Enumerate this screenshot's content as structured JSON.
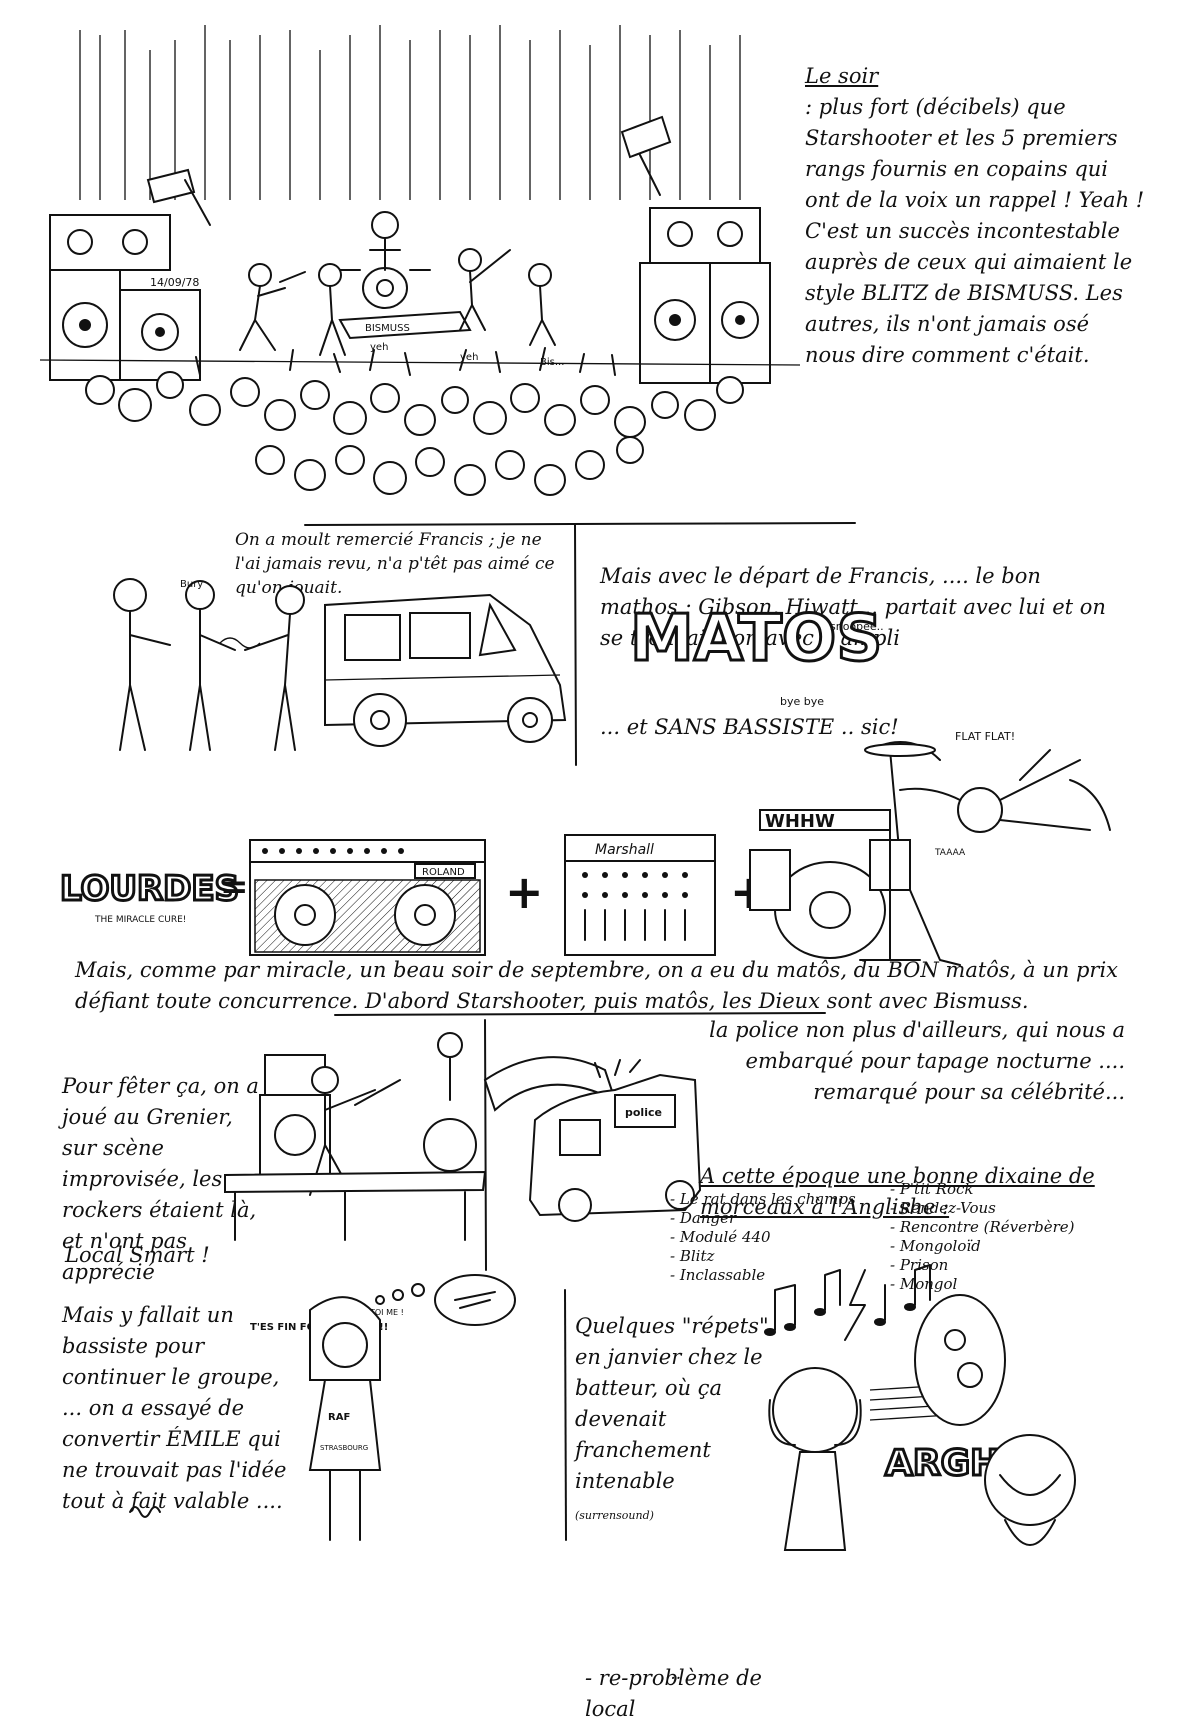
{
  "section_soir": {
    "heading": "Le soir",
    "text": ": plus fort (décibels) que Starshooter et les 5 premiers rangs fournis en copains qui ont de la voix un rappel ! Yeah ! C'est un succès incontestable auprès de ceux qui aimaient le style BLITZ de BISMUSS. Les autres, ils n'ont jamais osé nous dire comment c'était.",
    "banner": "BISMUSS",
    "date": "14/09/78",
    "crowd_words": [
      "yeh",
      "Bis...",
      "yeh"
    ]
  },
  "section_merci": {
    "text": "On a moult remercié Francis ; je ne l'ai jamais revu, n'a p'têt pas aimé ce qu'on jouait.",
    "tag": "Bury"
  },
  "section_matos": {
    "text": "Mais avec le départ de Francis, .... le bon mathos : Gibson, Hiwatt... partait avec lui et on se trouvait con avec 1 ampli",
    "tail": "... et SANS BASSISTE .. sic!",
    "big_word": "MATOS",
    "swoosh": "snoopee..",
    "byebye": "bye bye",
    "flat": "FLAT FLAT!",
    "cry": "TAAAA"
  },
  "section_lourdes": {
    "word": "LOURDES",
    "equals": "=",
    "subtitle": "THE MIRACLE CURE!",
    "amp_brand": "ROLAND",
    "amp2_brand": "Marshall",
    "plus": "+",
    "drum_letters": "WHHW",
    "text": "Mais, comme par miracle, un beau soir de septembre, on a eu du matôs, du BON matôs, à un prix défiant toute concurrence. D'abord Starshooter, puis matôs, les Dieux sont avec Bismuss."
  },
  "section_feter": {
    "text": "Pour fêter ça, on a joué au Grenier, sur scène improvisée, les rockers étaient là, et n'ont pas apprécié",
    "local": "Local Smart !"
  },
  "section_police": {
    "text": "la police non plus d'ailleurs, qui nous a embarqué pour tapage nocturne .... remarqué pour sa célébrité...",
    "van_label": "police"
  },
  "section_epoque": {
    "heading": "A cette époque une bonne dixaine de morceaux à l'Anglishe :",
    "songs_left": [
      "Le rat dans les champs",
      "Danger",
      "Modulé 440",
      "Blitz",
      "Inclassable"
    ],
    "songs_right": [
      "P'tit Rock",
      "Rendez-Vous",
      "Rencontre (Réverbère)",
      "Mongoloïd",
      "Prison",
      "Mongol"
    ]
  },
  "section_bassiste": {
    "text": "Mais y fallait un bassiste pour continuer le groupe, ... on a essayé de convertir ÉMILE qui ne trouvait pas l'idée tout à fait valable ....",
    "bubble": "T'ES FIN FOU OU QUOI !!",
    "toi": "TOI ME !",
    "shirt": "RAF",
    "shirt_small": "STRASBOURG"
  },
  "section_repets": {
    "text": "Quelques \"répets\" en janvier chez le batteur, où ça devenait franchement intenable",
    "aside": "(surrensound)",
    "tail": "re-problème de local",
    "argh": "ARGH",
    "dots": "..."
  }
}
